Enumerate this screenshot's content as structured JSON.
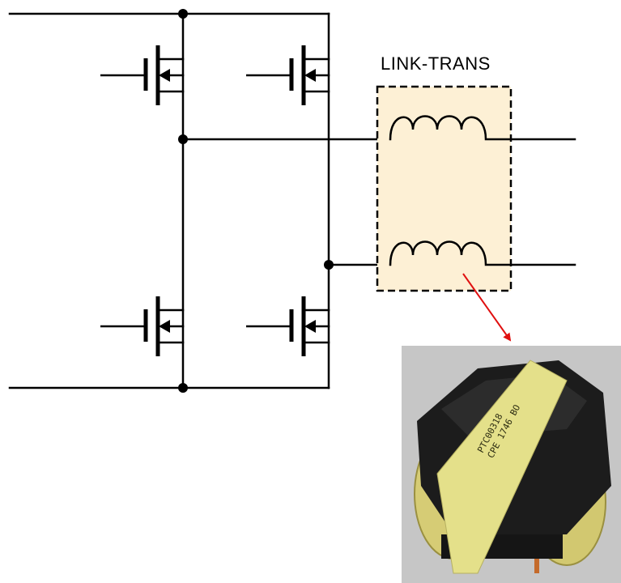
{
  "transformer": {
    "label": "LINK-TRANS",
    "box_fill": "#fdf0d5"
  },
  "photo": {
    "markings": [
      "PTC00318",
      "CPE 1746 BO"
    ],
    "tape_color": "#e4e08a",
    "core_color": "#1c1c1c",
    "winding_color": "#d8cf7a",
    "background_color": "#c8c8c8"
  },
  "colors": {
    "arrow": "#e01010",
    "wire": "#000000"
  }
}
